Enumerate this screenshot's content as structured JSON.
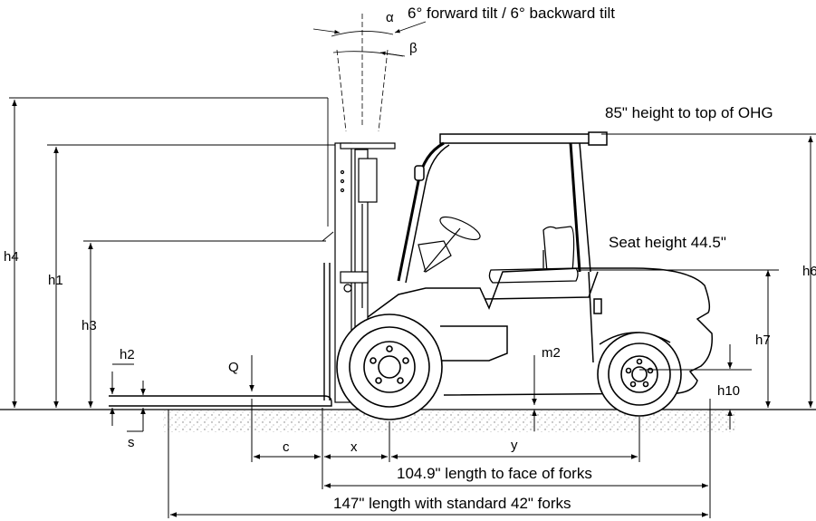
{
  "annotations": {
    "tilt": "6° forward tilt / 6° backward tilt",
    "ohg_height": "85\" height to top of OHG",
    "seat_height": "Seat height 44.5\"",
    "length_to_forks": "104.9\" length to face of forks",
    "overall_length": "147\" length with standard 42\" forks"
  },
  "symbols": {
    "alpha": "α",
    "beta": "β",
    "h1": "h1",
    "h2": "h2",
    "h3": "h3",
    "h4": "h4",
    "h6": "h6",
    "h7": "h7",
    "h10": "h10",
    "q": "Q",
    "m2": "m2",
    "s": "s",
    "c": "c",
    "x": "x",
    "y": "y"
  },
  "colors": {
    "line": "#000000",
    "ground": "#c8c8c8",
    "background": "#ffffff"
  }
}
